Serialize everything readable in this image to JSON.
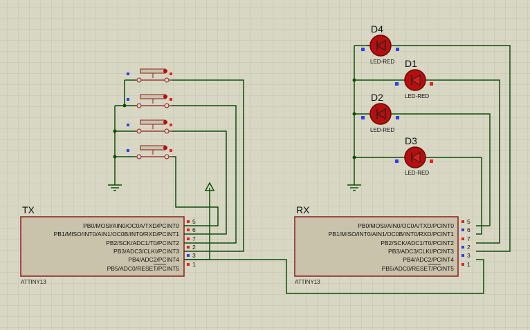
{
  "colors": {
    "background": "#d8d7c3",
    "grid": "#c4c3ae",
    "wire": "#0c4d0c",
    "chip_fill": "#c9c3ac",
    "chip_border": "#8b1d1d",
    "led_fill": "#b3100f",
    "pin_red": "#e02424",
    "pin_blue": "#2a3ff0"
  },
  "tx": {
    "title": "TX",
    "part": "ATTINY13",
    "pins": [
      {
        "label": "PB0/MOSI/AIN0/OC0A/TXD/PCINT0",
        "number": "5"
      },
      {
        "label": "PB1/MISO/INT0/AIN1/OC0B/INT0/RXD/PCINT1",
        "number": "6"
      },
      {
        "label": "PB2/SCK/ADC1/T0/PCINT2",
        "number": "7"
      },
      {
        "label": "PB3/ADC3/CLKI/PCINT3",
        "number": "2"
      },
      {
        "label": "PB4/ADC2/PCINT4",
        "number": "3"
      },
      {
        "label": "PB5/ADC0/RESET/PCINT5",
        "number": "1"
      }
    ]
  },
  "rx": {
    "title": "RX",
    "part": "ATTINY13",
    "pins": [
      {
        "label": "PB0/MOSI/AIN0/OC0A/TXD/PCINT0",
        "number": "5"
      },
      {
        "label": "PB1/MISO/INT0/AIN1/OC0B/INT0/RXD/PCINT1",
        "number": "6"
      },
      {
        "label": "PB2/SCK/ADC1/T0/PCINT2",
        "number": "7"
      },
      {
        "label": "PB3/ADC3/CLKI/PCINT3",
        "number": "2"
      },
      {
        "label": "PB4/ADC2/PCINT4",
        "number": "3"
      },
      {
        "label": "PB5/ADC0/RESET/PCINT5",
        "number": "1"
      }
    ]
  },
  "leds": [
    {
      "ref": "D4",
      "value": "LED-RED"
    },
    {
      "ref": "D1",
      "value": "LED-RED"
    },
    {
      "ref": "D2",
      "value": "LED-RED"
    },
    {
      "ref": "D3",
      "value": "LED-RED"
    }
  ]
}
